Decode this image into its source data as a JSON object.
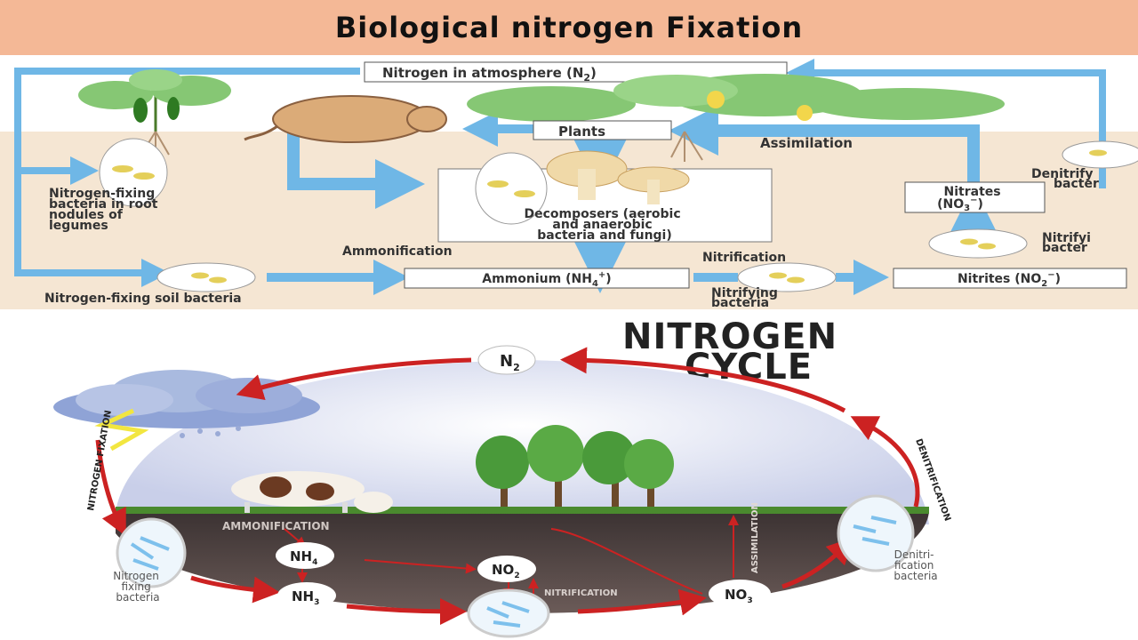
{
  "title": "Biological nitrogen Fixation",
  "top": {
    "atmosphere": "Nitrogen in atmosphere (N",
    "atmosphere_sub": "2",
    "atmosphere_end": ")",
    "plants": "Plants",
    "assimilation": "Assimilation",
    "root_bacteria": [
      "Nitrogen-fixing",
      "bacteria in root",
      "nodules of",
      "legumes"
    ],
    "decomposers": [
      "Decomposers (aerobic",
      "and anaerobic",
      "bacteria and fungi)"
    ],
    "ammonification": "Ammonification",
    "ammonium": "Ammonium (NH",
    "ammonium_sub": "4",
    "ammonium_sup": "+",
    "ammonium_end": ")",
    "nitrification": "Nitrification",
    "nitrifying_bacteria": [
      "Nitrifying",
      "bacteria"
    ],
    "nitrites": "Nitrites (NO",
    "nitrites_sub": "2",
    "nitrites_sup": "−",
    "nitrites_end": ")",
    "nitrates": "Nitrates",
    "nitrates_formula": "(NO",
    "nitrates_sub": "3",
    "nitrates_sup": "−",
    "nitrates_end": ")",
    "soil_bacteria": "Nitrogen-fixing soil bacteria",
    "denitrifying": [
      "Denitrify",
      "bacter"
    ],
    "nitrifying_right": [
      "Nitrifyi",
      "bacter"
    ]
  },
  "bottom": {
    "title_line1": "NITROGEN",
    "title_line2": "CYCLE",
    "n2": "N",
    "n2_sub": "2",
    "nitrogen_fixation": "NITROGEN FIXATION",
    "denitrification": "DENITRIFICATION",
    "ammonification": "AMMONIFICATION",
    "nh4": "NH",
    "nh4_sub": "4",
    "nh3": "NH",
    "nh3_sub": "3",
    "no2": "NO",
    "no2_sub": "2",
    "no3": "NO",
    "no3_sub": "3",
    "nitrification": "NITRIFICATION",
    "assimilation": "ASSIMILATION",
    "nfb": [
      "Nitrogen",
      "fixing",
      "bacteria"
    ],
    "denit_bacteria": [
      "Denitri-",
      "fication",
      "bacteria"
    ]
  },
  "colors": {
    "title_bg": "#f4b896",
    "soil_top": "#f5e6d3",
    "blue_arrow": "#6fb7e6",
    "red_arrow": "#cc2222",
    "sky": "#dfe3f4",
    "soil_dark": "#2e2626",
    "leaf": "#86c774",
    "tree": "#4a9a3a"
  }
}
